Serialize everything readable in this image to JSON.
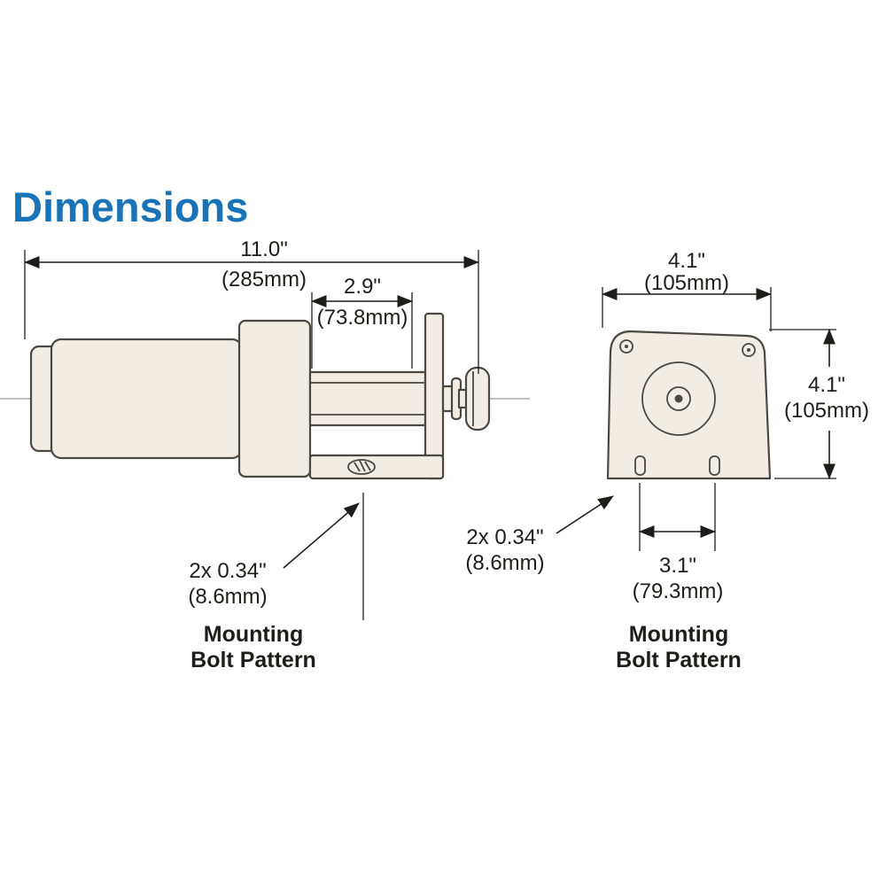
{
  "title": "Dimensions",
  "colors": {
    "accent_blue": "#1a73b7",
    "line": "#1d1d1b",
    "part_fill": "#f1ede4",
    "part_stroke": "#4a4842",
    "background": "#ffffff"
  },
  "side_view": {
    "overall_length_in": "11.0\"",
    "overall_length_mm": "(285mm)",
    "drum_width_in": "2.9\"",
    "drum_width_mm": "(73.8mm)",
    "bolt_hole_qty_dia": "2x 0.34\"",
    "bolt_hole_mm": "(8.6mm)",
    "caption_line1": "Mounting",
    "caption_line2": "Bolt Pattern"
  },
  "end_view": {
    "width_in": "4.1\"",
    "width_mm": "(105mm)",
    "height_in": "4.1\"",
    "height_mm": "(105mm)",
    "bolt_spacing_in": "3.1\"",
    "bolt_spacing_mm": "(79.3mm)",
    "bolt_hole_qty_dia": "2x 0.34\"",
    "bolt_hole_mm": "(8.6mm)",
    "caption_line1": "Mounting",
    "caption_line2": "Bolt Pattern"
  }
}
